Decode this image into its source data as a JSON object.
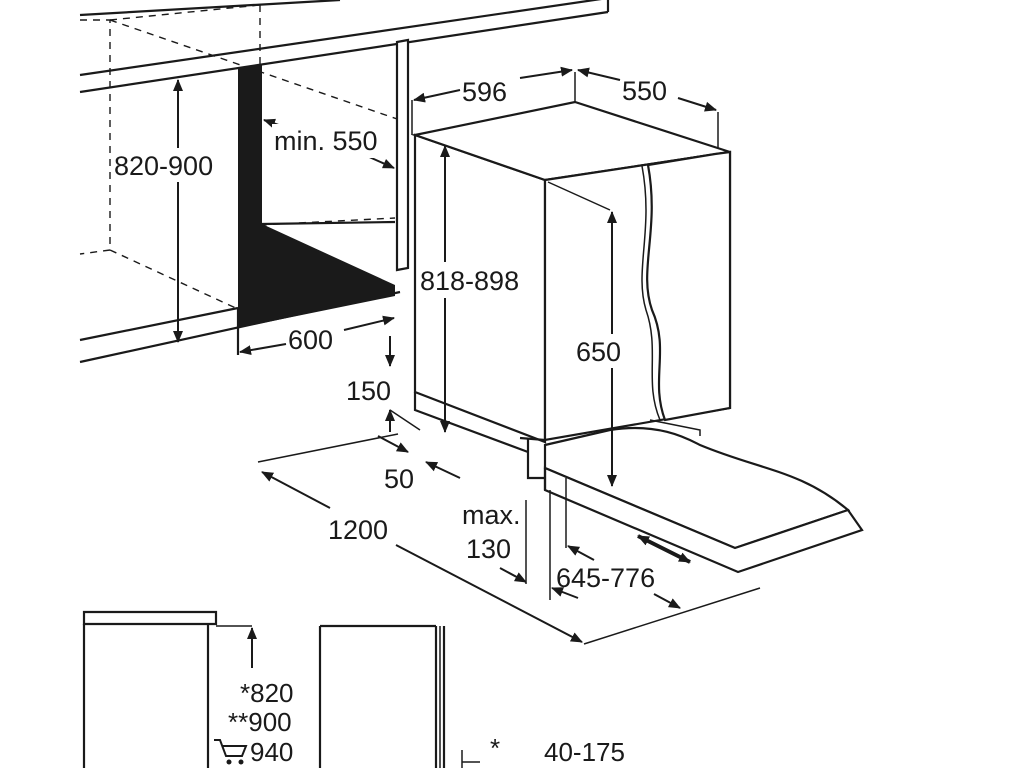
{
  "labels": {
    "d596": "596",
    "d550": "550",
    "d820_900": "820-900",
    "min550": "min. 550",
    "d818_898": "818-898",
    "d650": "650",
    "d600": "600",
    "d150": "150",
    "d50": "50",
    "d1200": "1200",
    "max": "max.",
    "d130": "130",
    "d645_776": "645-776",
    "s820": "*820",
    "s900": "**900",
    "s940": "940",
    "star": "*",
    "d40_175": "40-175"
  },
  "icons": {
    "cart": "shopping-cart-icon"
  }
}
